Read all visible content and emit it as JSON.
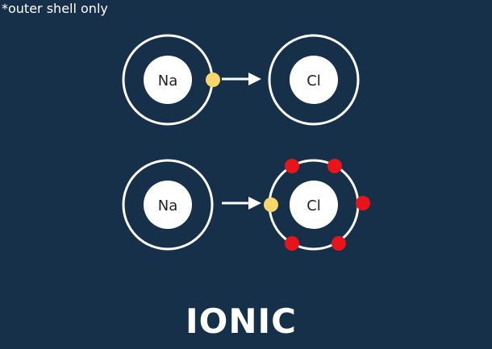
{
  "note": "*outer shell only",
  "title": "IONIC",
  "rows": [
    {
      "left_atom": {
        "symbol": "Na"
      },
      "right_atom": {
        "symbol": "Cl"
      }
    },
    {
      "left_atom": {
        "symbol": "Na"
      },
      "right_atom": {
        "symbol": "Cl"
      }
    }
  ],
  "colors": {
    "background": "#173049",
    "shell": "#ffffff",
    "nucleus": "#ffffff",
    "transferred_electron": "#f7d66a",
    "chlorine_electron": "#e8141a",
    "arrow": "#ffffff"
  }
}
